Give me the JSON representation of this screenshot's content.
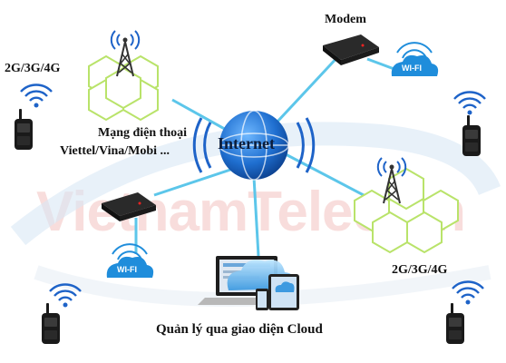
{
  "labels": {
    "modem": "Modem",
    "network_left_top": "2G/3G/4G",
    "network_right": "2G/3G/4G",
    "mobile_network_line1": "Mạng điện thoại",
    "mobile_network_line2": "Viettel/Vina/Mobi ...",
    "internet": "Internet",
    "cloud_management": "Quản lý qua giao diện Cloud",
    "wifi": "WI-FI"
  },
  "watermark": "VietnamTelecom",
  "colors": {
    "link": "#5cc6ea",
    "hexagon": "#b9e36a",
    "globe": "#1f6fd0",
    "signal": "#1e63c8",
    "wifi_badge": "#1f8ddb"
  },
  "icons": [
    "cell-tower-icon",
    "globe-icon",
    "modem-icon",
    "wifi-badge-icon",
    "walkie-talkie-icon",
    "wifi-signal-icon",
    "cloud-icon",
    "laptop-icon",
    "tablet-icon",
    "phone-icon"
  ]
}
